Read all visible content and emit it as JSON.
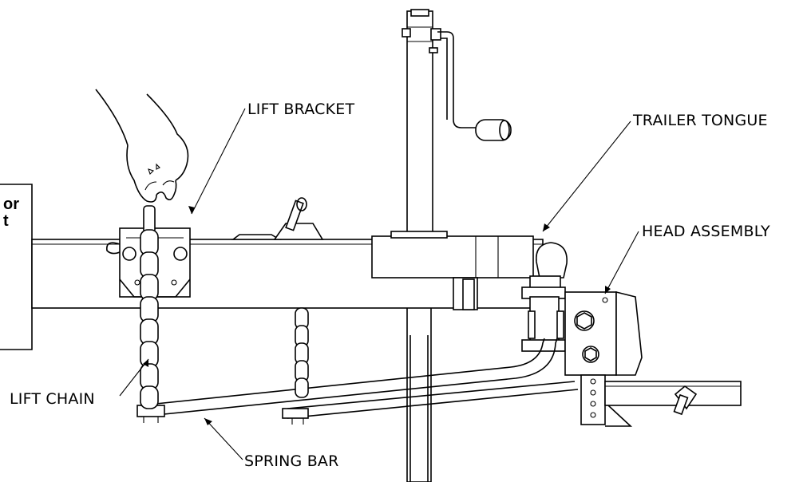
{
  "labels": {
    "lift_bracket": "LIFT BRACKET",
    "trailer_tongue": "TRAILER TONGUE",
    "head_assembly": "HEAD ASSEMBLY",
    "lift_chain": "LIFT CHAIN",
    "spring_bar": "SPRING BAR"
  },
  "side_note": {
    "line1": "or",
    "line2": "t"
  }
}
